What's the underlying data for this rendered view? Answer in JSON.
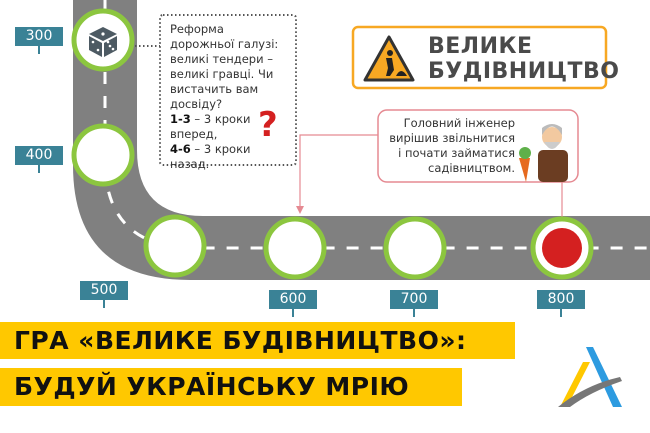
{
  "markers": [
    "300",
    "400",
    "500",
    "600",
    "700",
    "800"
  ],
  "question_note": {
    "text": "Реформа дорожньої галузі: великі тендери – великі гравці. Чи вистачить вам досвіду?",
    "rule1_key": "1-3",
    "rule1_text": " – 3 кроки вперед,",
    "rule2_key": "4-6",
    "rule2_text": " – 3 кроки назад.",
    "question_mark": "?"
  },
  "engineer_note": "Головний інженер вирішив звільнитися і почати займатися садівництвом.",
  "brand": {
    "line1": "ВЕЛИКЕ",
    "line2": "БУДІВНИЦТВО"
  },
  "title": {
    "line1": "ГРА «ВЕЛИКЕ БУДІВНИЦТВО»:",
    "line2": "БУДУЙ УКРАЇНСЬКУ МРІЮ"
  },
  "colors": {
    "road": "#808080",
    "ring": "#8cc63f",
    "marker": "#3a8296",
    "title_bg": "#ffc800",
    "stop": "#d42020",
    "brand_border": "#f7a823"
  }
}
